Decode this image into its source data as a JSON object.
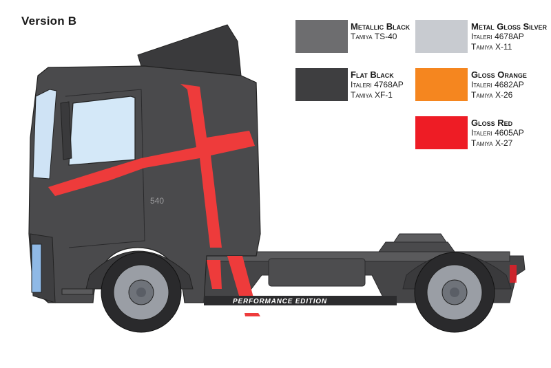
{
  "title": "Version B",
  "colors": [
    {
      "name": "Metallic Black",
      "codes": [
        "Tamiya TS-40"
      ],
      "hex": "#6d6d6f"
    },
    {
      "name": "Flat Black",
      "codes": [
        "Italeri 4768AP",
        "Tamiya XF-1"
      ],
      "hex": "#3e3e40"
    },
    {
      "name": "Metal Gloss Silver",
      "codes": [
        "Italeri 4678AP",
        "Tamiya X-11"
      ],
      "hex": "#c8cbd0"
    },
    {
      "name": "Gloss Orange",
      "codes": [
        "Italeri 4682AP",
        "Tamiya X-26"
      ],
      "hex": "#f5861f"
    },
    {
      "name": "Gloss Red",
      "codes": [
        "Italeri 4605AP",
        "Tamiya X-27"
      ],
      "hex": "#ee1c25"
    }
  ],
  "truck": {
    "model_badge": "540",
    "side_text": "PERFORMANCE EDITION"
  }
}
